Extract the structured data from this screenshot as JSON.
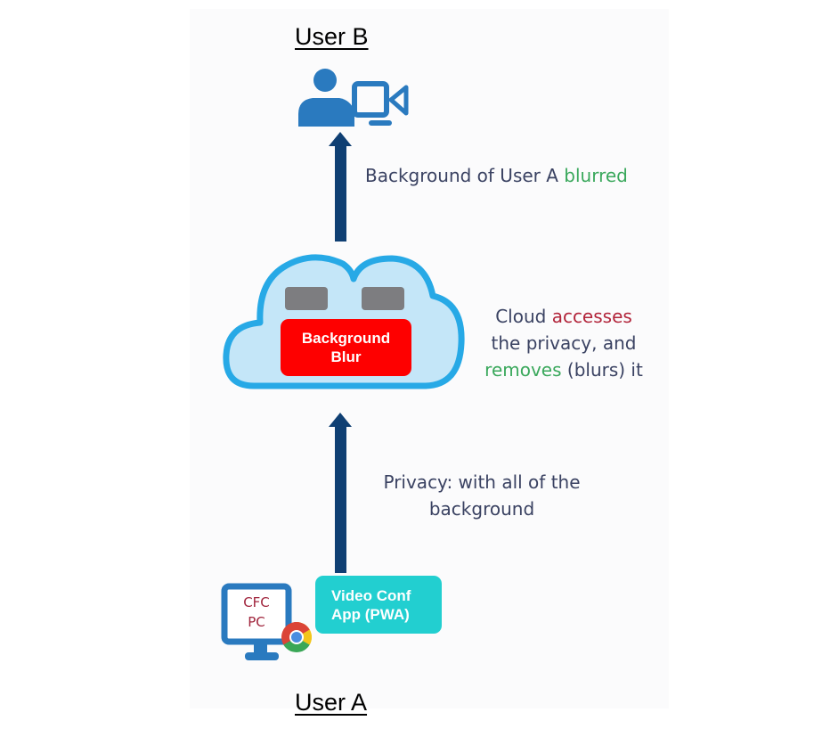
{
  "labels": {
    "top_user": "User B",
    "bottom_user": "User A"
  },
  "annotations": {
    "outgoing": {
      "prefix": "Background of User A ",
      "highlight": "blurred"
    },
    "cloud": {
      "line1_prefix": "Cloud ",
      "line1_highlight": "accesses",
      "line2": "the privacy, and",
      "line3_highlight": "removes",
      "line3_suffix": " (blurs) it"
    },
    "incoming": {
      "line1": "Privacy: with all of the",
      "line2": "background"
    }
  },
  "boxes": {
    "cloud_process": {
      "line1": "Background",
      "line2": "Blur"
    },
    "client_app": {
      "line1": "Video Conf",
      "line2": "App (PWA)"
    }
  },
  "client_pc": {
    "line1": "CFC",
    "line2": "PC"
  },
  "icons": {
    "receiver": "user-video-call-icon",
    "cloud": "cloud-icon",
    "client": "desktop-monitor-icon",
    "browser": "chrome-browser-icon",
    "flow": "up-arrow-icon"
  },
  "colors": {
    "accent_blue": "#2a7abf",
    "arrow_navy": "#0f3f73",
    "cloud_fill": "#c4e6f8",
    "cloud_stroke": "#27a9e6",
    "blur_red": "#fe0000",
    "app_teal": "#22cfd0",
    "positive_green": "#3aa85c",
    "warning_red": "#b2243a"
  }
}
